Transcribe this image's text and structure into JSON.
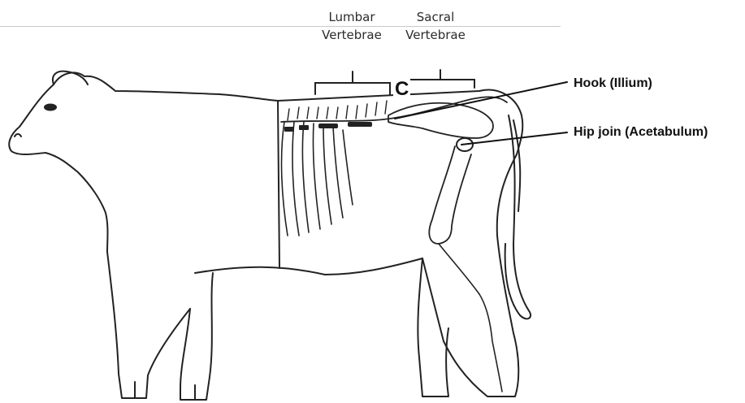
{
  "labels": {
    "lumbar_line1": "Lumbar",
    "lumbar_line2": "Vertebrae",
    "sacral_line1": "Sacral",
    "sacral_line2": "Vertebrae",
    "section_letter": "C",
    "hook": "Hook (Illium)",
    "hip_joint": "Hip join (Acetabulum)"
  },
  "colors": {
    "outline": "#222222",
    "leader": "#111111",
    "background": "#ffffff"
  }
}
